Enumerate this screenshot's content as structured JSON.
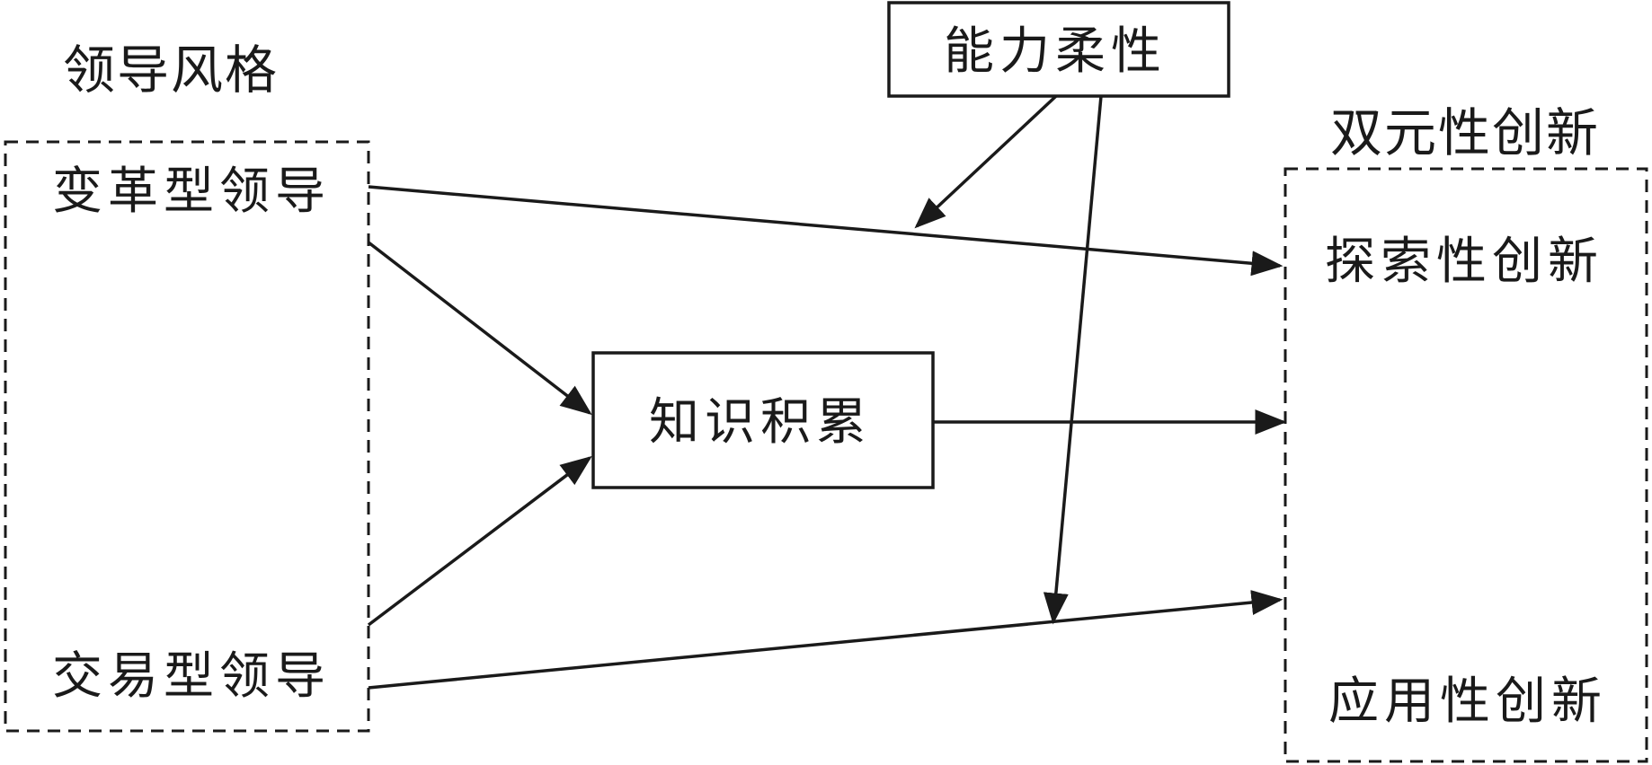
{
  "diagram": {
    "leadership_group": {
      "title": "领导风格",
      "items": {
        "transformational": "变革型领导",
        "transactional": "交易型领导"
      }
    },
    "mediator": {
      "label": "知识积累"
    },
    "moderator": {
      "label": "能力柔性"
    },
    "innovation_group": {
      "title": "双元性创新",
      "items": {
        "exploratory": "探索性创新",
        "exploitative": "应用性创新"
      }
    }
  }
}
